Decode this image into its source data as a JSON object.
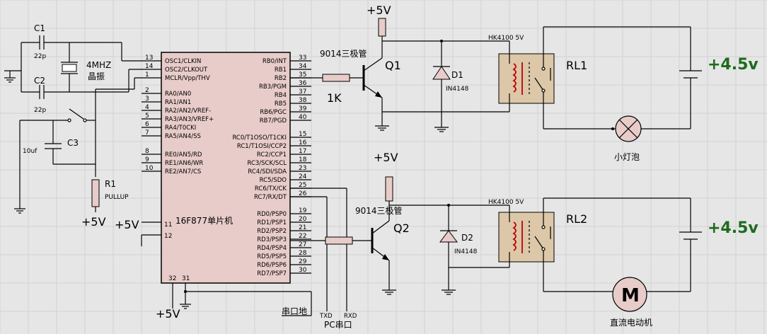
{
  "chip": {
    "name": "16F877单片机",
    "left_pins": [
      {
        "num": "13",
        "sig": "OSC1/CLKIN"
      },
      {
        "num": "14",
        "sig": "OSC2/CLKOUT"
      },
      {
        "num": "1",
        "sig": "MCLR/Vpp/THV"
      },
      {
        "num": "2",
        "sig": "RA0/AN0"
      },
      {
        "num": "3",
        "sig": "RA1/AN1"
      },
      {
        "num": "4",
        "sig": "RA2/AN2/VREF-"
      },
      {
        "num": "5",
        "sig": "RA3/AN3/VREF+"
      },
      {
        "num": "6",
        "sig": "RA4/T0CKI"
      },
      {
        "num": "7",
        "sig": "RA5/AN4/SS"
      },
      {
        "num": "8",
        "sig": "RE0/AN5/RD"
      },
      {
        "num": "9",
        "sig": "RE1/AN6/WR"
      },
      {
        "num": "10",
        "sig": "RE2/AN7/CS"
      }
    ],
    "right_pins": [
      {
        "num": "33",
        "sig": "RB0/INT"
      },
      {
        "num": "34",
        "sig": "RB1"
      },
      {
        "num": "35",
        "sig": "RB2"
      },
      {
        "num": "36",
        "sig": "RB3/PGM"
      },
      {
        "num": "37",
        "sig": "RB4"
      },
      {
        "num": "38",
        "sig": "RB5"
      },
      {
        "num": "39",
        "sig": "RB6/PGC"
      },
      {
        "num": "40",
        "sig": "RB7/PGD"
      },
      {
        "num": "15",
        "sig": "RC0/T1OSO/T1CKI"
      },
      {
        "num": "16",
        "sig": "RC1/T1OSI/CCP2"
      },
      {
        "num": "17",
        "sig": "RC2/CCP1"
      },
      {
        "num": "18",
        "sig": "RC3/SCK/SCL"
      },
      {
        "num": "23",
        "sig": "RC4/SDI/SDA"
      },
      {
        "num": "24",
        "sig": "RC5/SDO"
      },
      {
        "num": "25",
        "sig": "RC6/TX/CK"
      },
      {
        "num": "26",
        "sig": "RC7/RX/DT"
      },
      {
        "num": "19",
        "sig": "RD0/PSP0"
      },
      {
        "num": "20",
        "sig": "RD1/PSP1"
      },
      {
        "num": "21",
        "sig": "RD2/PSP2"
      },
      {
        "num": "22",
        "sig": "RD3/PSP3"
      },
      {
        "num": "27",
        "sig": "RD4/PSP4"
      },
      {
        "num": "28",
        "sig": "RD5/PSP5"
      },
      {
        "num": "29",
        "sig": "RD6/PSP6"
      },
      {
        "num": "30",
        "sig": "RD7/PSP7"
      }
    ],
    "pin11": "11",
    "pin12": "12",
    "pin32": "32",
    "pin31": "31"
  },
  "labels": {
    "c1": "C1",
    "c1_val": "22p",
    "c2": "C2",
    "c2_val": "22p",
    "crystal": "4MHZ",
    "crystal_cn": "晶振",
    "c3": "C3",
    "c3_val": "10uf",
    "r1": "R1",
    "r1_val": "PULLUP",
    "vcc_r1": "+5V",
    "vcc_pin11": "+5V",
    "vcc_bottom": "+5V",
    "vcc_q1": "+5V",
    "vcc_q2": "+5V",
    "q1_type": "9014三极管",
    "q1": "Q1",
    "r_base": "1K",
    "q2_type": "9014三极管",
    "q2": "Q2",
    "d1": "D1",
    "d1_type": "IN4148",
    "d2": "D2",
    "d2_type": "IN4148",
    "relay1_type": "HK4100  5V",
    "rl1": "RL1",
    "relay2_type": "HK4100  5V",
    "rl2": "RL2",
    "supply1": "+4.5v",
    "supply2": "+4.5v",
    "lamp": "小灯泡",
    "motor_letter": "M",
    "motor": "直流电动机",
    "serial_gnd": "串口地",
    "txd": "TXD",
    "rxd": "RXD",
    "pc_serial": "PC串口"
  }
}
